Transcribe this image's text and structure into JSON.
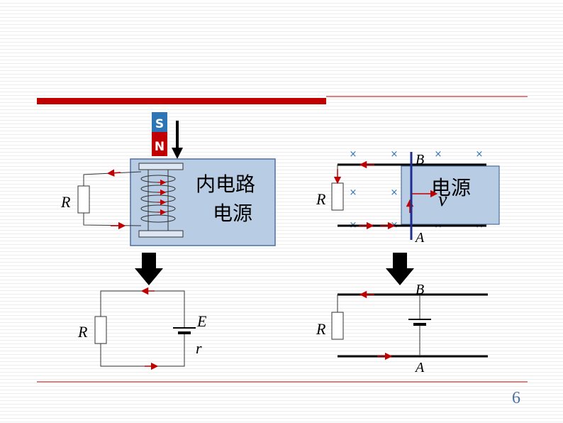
{
  "slide": {
    "page_number": "6",
    "accent_color": "#c00000"
  },
  "left_top": {
    "magnet_s": "S",
    "magnet_n": "N",
    "box_line1": "内电路",
    "box_line2": "电源",
    "resistor_label": "R"
  },
  "left_bottom": {
    "resistor_label": "R",
    "emf_label": "E",
    "internal_resistance_label": "r"
  },
  "right_top": {
    "resistor_label": "R",
    "source_label": "电源",
    "velocity_label": "v",
    "rod_top_label": "B",
    "rod_bottom_label": "A",
    "field_symbol": "×"
  },
  "right_bottom": {
    "resistor_label": "R",
    "top_label": "B",
    "bottom_label": "A"
  },
  "colors": {
    "box_fill": "#b8cce4",
    "box_border": "#4a6fa5",
    "arrow_red": "#c00000",
    "rod_blue": "#1f2f8f",
    "field_blue": "#2e75b6",
    "magnet_s": "#2e75b6",
    "magnet_n": "#c00000"
  }
}
